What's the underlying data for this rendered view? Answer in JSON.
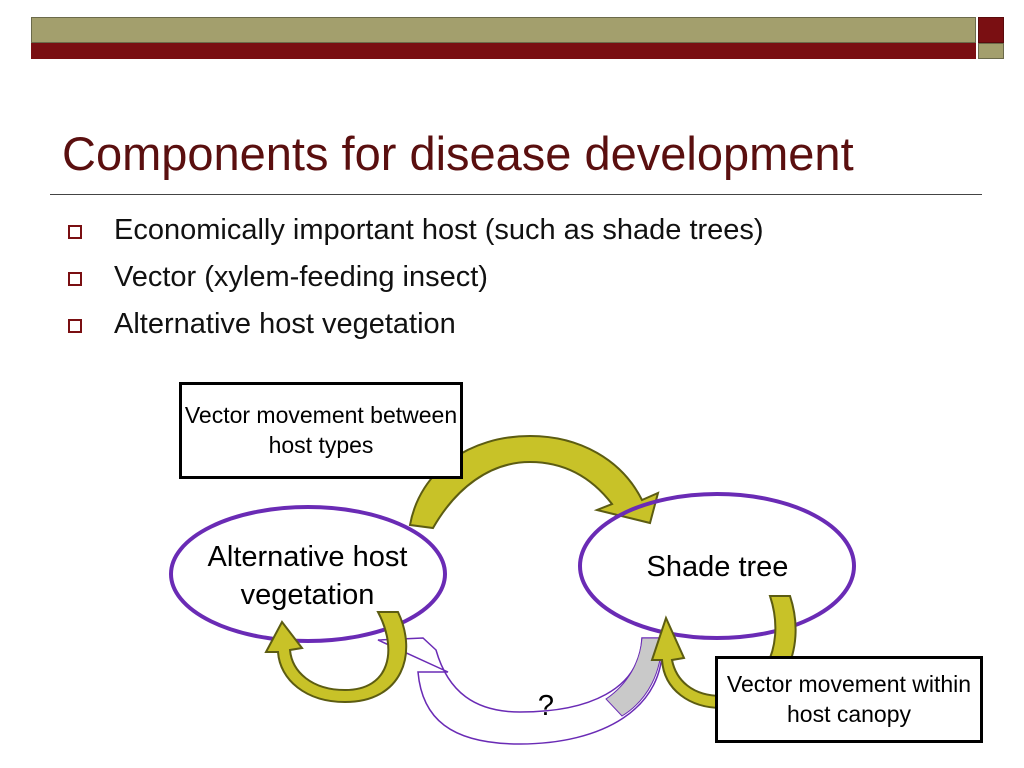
{
  "slide": {
    "title": "Components for disease development",
    "bullets": [
      "Economically important host (such as shade trees)",
      "Vector (xylem-feeding insect)",
      "Alternative host vegetation"
    ]
  },
  "diagram": {
    "nodes": {
      "alternative_host": "Alternative host vegetation",
      "shade_tree": "Shade tree"
    },
    "labels": {
      "between_hosts": "Vector movement between host types",
      "within_canopy": "Vector movement within host canopy",
      "unknown": "?"
    }
  },
  "colors": {
    "header_olive": "#a39f6d",
    "header_maroon": "#7a0f12",
    "title": "#5a0f0f",
    "ellipse_stroke": "#6a2bb5",
    "arrow_fill": "#c8c228",
    "arrow_stroke": "#5c5c12"
  }
}
